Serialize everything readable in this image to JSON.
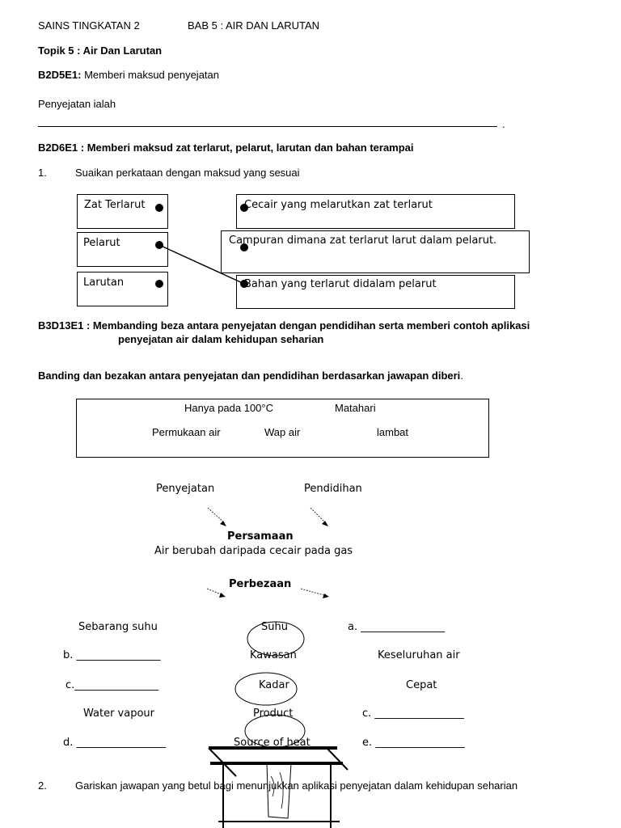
{
  "header": {
    "subject": "SAINS TINGKATAN 2",
    "chapter": "BAB 5 : AIR DAN LARUTAN"
  },
  "topic": "Topik 5 : Air Dan Larutan",
  "b2d5e1": {
    "code": "B2D5E1:",
    "text": " Memberi maksud penyejatan",
    "prompt": "Penyejatan ialah",
    "period": "."
  },
  "b2d6e1": {
    "heading": "B2D6E1 : Memberi maksud zat terlarut, pelarut, larutan dan bahan terampai",
    "q_no": "1.",
    "q_text": "Suaikan perkataan dengan maksud yang sesuai",
    "left": [
      "Zat Terlarut",
      "Pelarut",
      "Larutan"
    ],
    "right": [
      "Cecair yang melarutkan zat terlarut",
      "Campuran dimana zat terlarut larut dalam pelarut.",
      "Bahan yang terlarut didalam pelarut"
    ]
  },
  "b3d13e1": {
    "heading1": "B3D13E1 :  Membanding beza antara penyejatan dengan pendidihan serta memberi contoh aplikasi",
    "heading2": "penyejatan air dalam kehidupan seharian",
    "instruction": "Banding dan bezakan antara penyejatan dan pendidihan berdasarkan jawapan diberi",
    "instruction_end": ".",
    "options": [
      "Hanya pada 100°C",
      "Matahari",
      "Permukaan air",
      "Wap air",
      "lambat"
    ],
    "col_left": "Penyejatan",
    "col_right": "Pendidihan",
    "similarity_title": "Persamaan",
    "similarity_text": "Air berubah daripada cecair pada gas",
    "difference_title": "Perbezaan",
    "rows": [
      {
        "left": "Sebarang suhu",
        "mid": "Suhu",
        "right": "a. ________________"
      },
      {
        "left": "b. ________________",
        "mid": "Kawasan",
        "right": "Keseluruhan air"
      },
      {
        "left": "c.________________",
        "mid": "Kadar",
        "right": "Cepat"
      },
      {
        "left": "Water vapour",
        "mid": "Product",
        "right": "c. _________________"
      },
      {
        "left": "d. _________________",
        "mid": "Source of heat",
        "right": "e. _________________"
      }
    ]
  },
  "q2": {
    "no": "2.",
    "text": "Gariskan jawapan yang betul bagi menunjukkan aplikasi penyejatan dalam kehidupan seharian"
  }
}
